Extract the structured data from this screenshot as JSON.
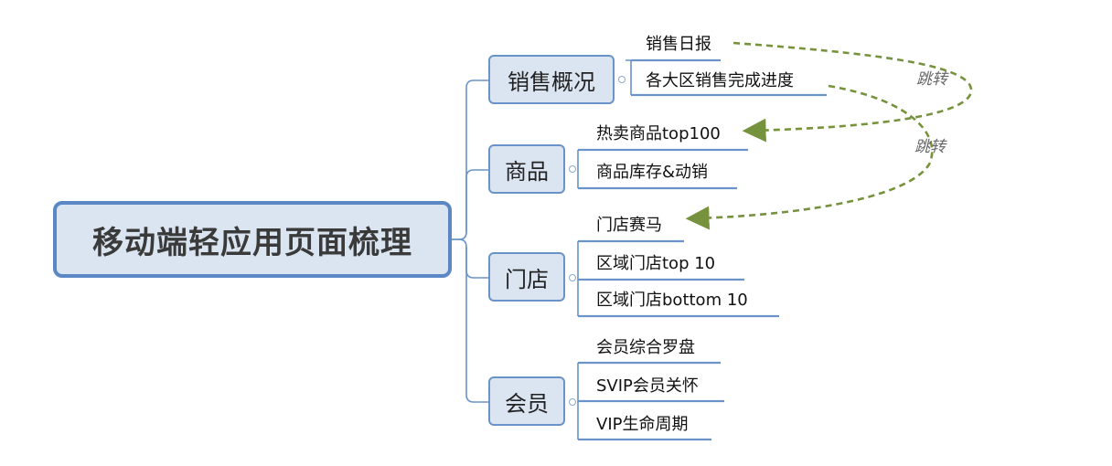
{
  "root": {
    "title": "移动端轻应用页面梳理"
  },
  "branches": [
    {
      "label": "销售概况",
      "leaves": [
        "销售日报",
        "各大区销售完成进度"
      ]
    },
    {
      "label": "商品",
      "leaves": [
        "热卖商品top100",
        "商品库存&动销"
      ]
    },
    {
      "label": "门店",
      "leaves": [
        "门店赛马",
        "区域门店top 10",
        "区域门店bottom 10"
      ]
    },
    {
      "label": "会员",
      "leaves": [
        "会员综合罗盘",
        "SVIP会员关怀",
        "VIP生命周期"
      ]
    }
  ],
  "jumps": [
    {
      "label": "跳转",
      "from": "销售日报",
      "to": "热卖商品top100"
    },
    {
      "label": "跳转",
      "from": "各大区销售完成进度",
      "to": "门店赛马"
    }
  ],
  "colors": {
    "root_fill": "#dbe5f1",
    "root_border": "#5b87c4",
    "line": "#6a93c9",
    "jump_arrow": "#76923c"
  }
}
